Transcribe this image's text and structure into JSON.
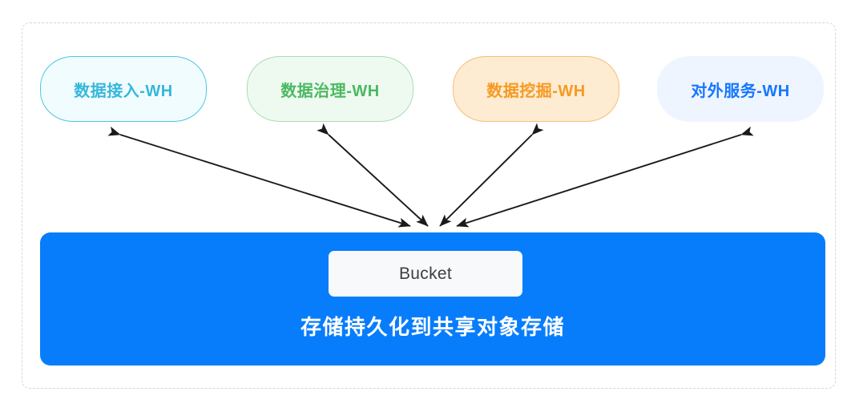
{
  "diagram": {
    "title": "",
    "frame": {
      "style": "dashed-rounded",
      "border_color": "#d6d6d6"
    },
    "warehouses": [
      {
        "id": "data-ingest",
        "label": "数据接入-WH",
        "fill": "#f1fcff",
        "border": "#4fc6e2",
        "text_color": "#37b7da"
      },
      {
        "id": "data-governance",
        "label": "数据治理-WH",
        "fill": "#eefaf0",
        "border": "#a8ddb3",
        "text_color": "#4cb862"
      },
      {
        "id": "data-mining",
        "label": "数据挖掘-WH",
        "fill": "#fdebd2",
        "border": "#f4c07a",
        "text_color": "#f59a23"
      },
      {
        "id": "external-service",
        "label": "对外服务-WH",
        "fill": "#eff5ff",
        "border": "#eff5ff",
        "text_color": "#1677ff"
      }
    ],
    "storage": {
      "bucket_label": "Bucket",
      "caption": "存储持久化到共享对象存储",
      "fill": "#087dfb",
      "bucket_fill": "#f8f9fb",
      "caption_color": "#ffffff",
      "bucket_text_color": "#3d3d3d"
    },
    "connectors": {
      "type": "double-headed-arrow",
      "color": "#1a1a1a",
      "count": 4,
      "description": "每个 WH 与共享对象存储之间为双向连接"
    }
  }
}
